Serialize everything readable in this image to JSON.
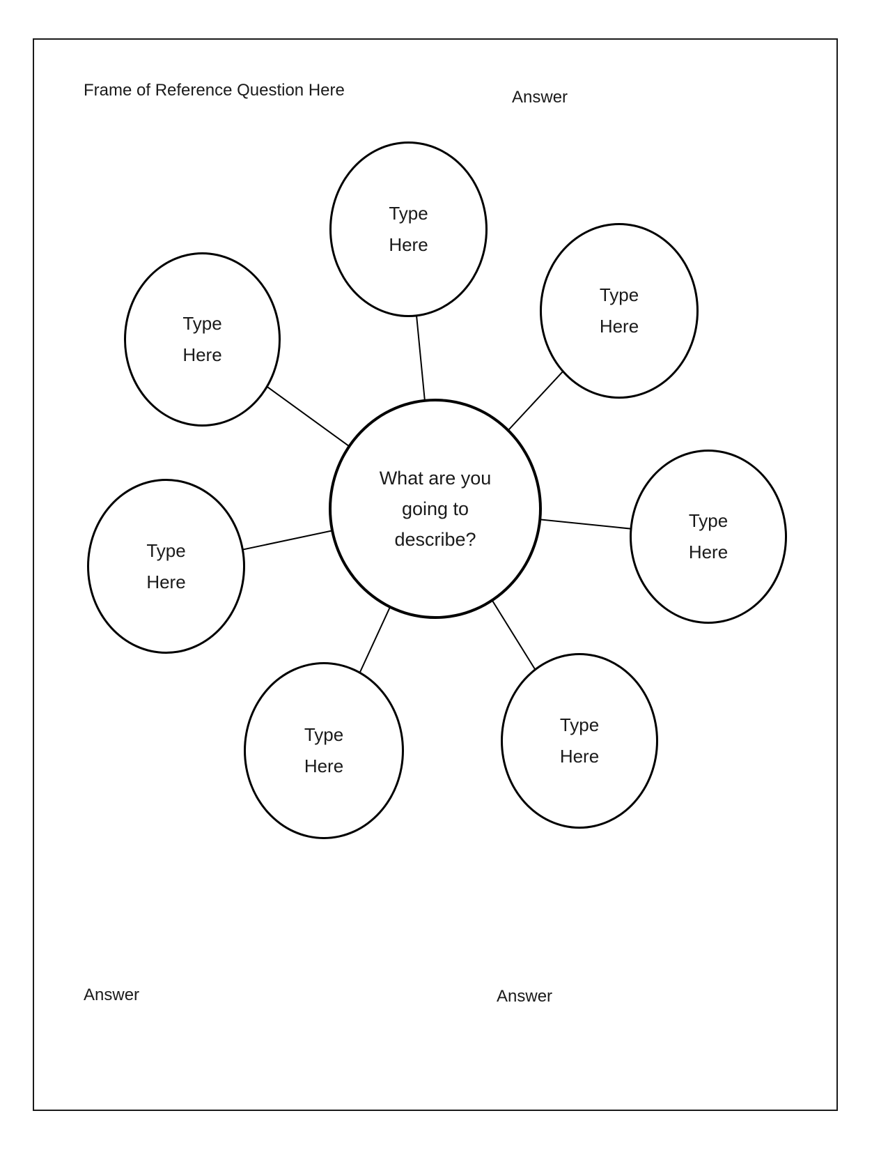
{
  "page": {
    "frame_question": "Frame of Reference Question Here",
    "answer_top": "Answer",
    "answer_bottom_left": "Answer",
    "answer_bottom_right": "Answer"
  },
  "diagram": {
    "center": {
      "line1": "What are you",
      "line2": "going to",
      "line3": "describe?"
    },
    "bubbles": [
      {
        "position": "top",
        "line1": "Type",
        "line2": "Here"
      },
      {
        "position": "top-right",
        "line1": "Type",
        "line2": "Here"
      },
      {
        "position": "right",
        "line1": "Type",
        "line2": "Here"
      },
      {
        "position": "bottom-right",
        "line1": "Type",
        "line2": "Here"
      },
      {
        "position": "bottom-left",
        "line1": "Type",
        "line2": "Here"
      },
      {
        "position": "left",
        "line1": "Type",
        "line2": "Here"
      },
      {
        "position": "top-left",
        "line1": "Type",
        "line2": "Here"
      }
    ],
    "colors": {
      "stroke": "#000000",
      "text": "#1a1a1a",
      "background": "#ffffff"
    }
  }
}
